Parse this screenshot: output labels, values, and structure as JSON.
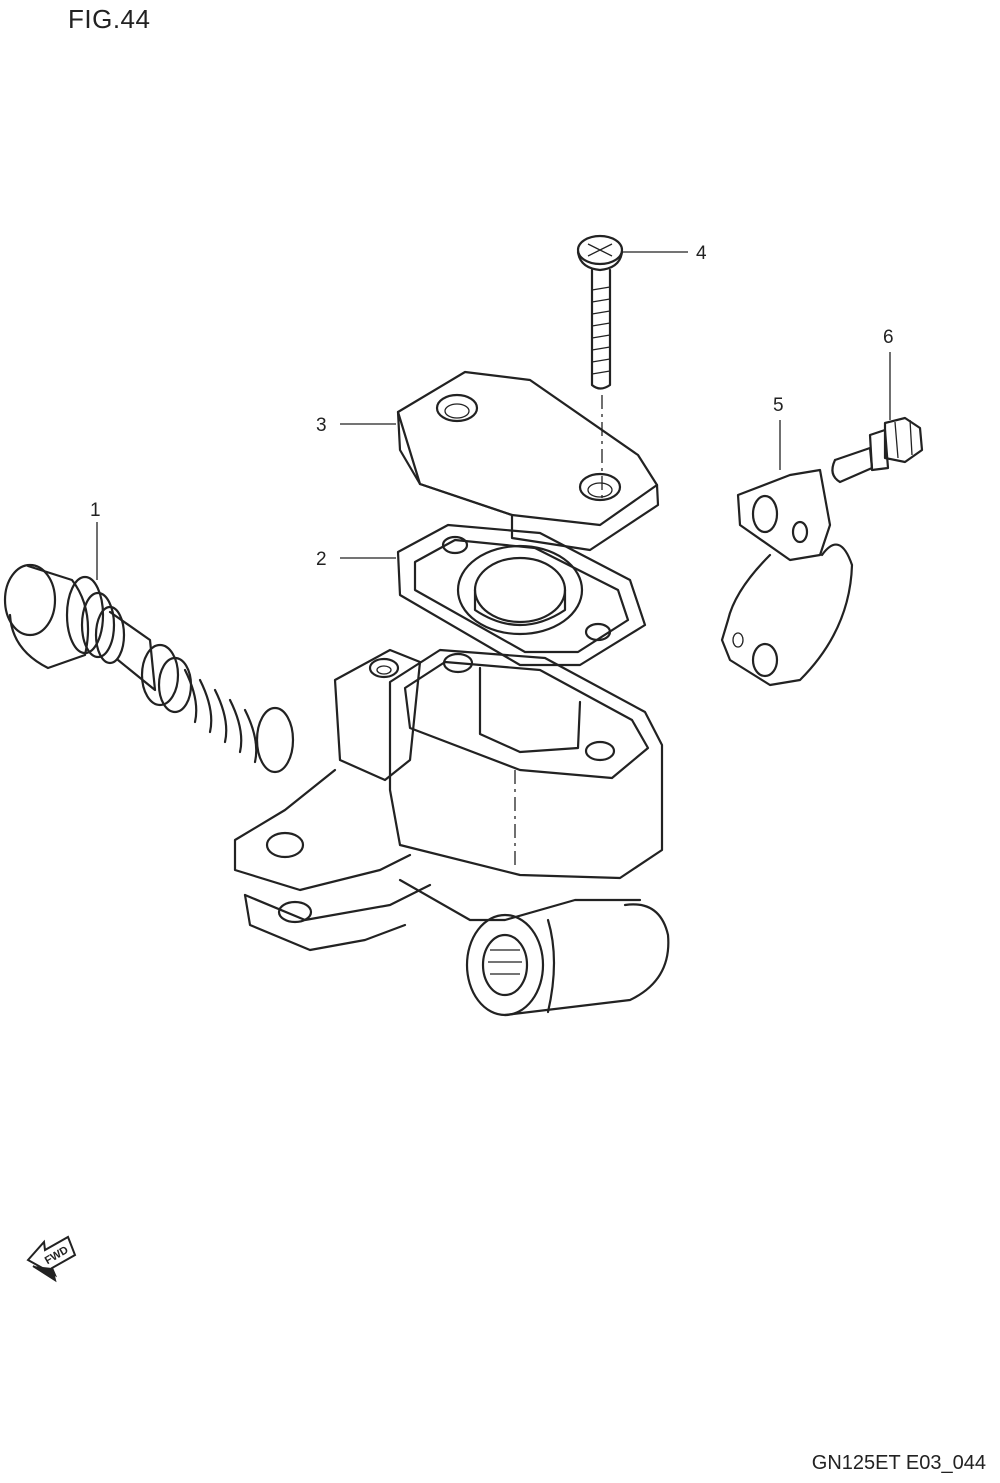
{
  "header": {
    "figure_label": "FIG.44"
  },
  "footer": {
    "diagram_code": "GN125ET E03_044"
  },
  "callouts": [
    "1",
    "2",
    "3",
    "4",
    "5",
    "6"
  ],
  "direction_badge": {
    "text": "FWD"
  }
}
